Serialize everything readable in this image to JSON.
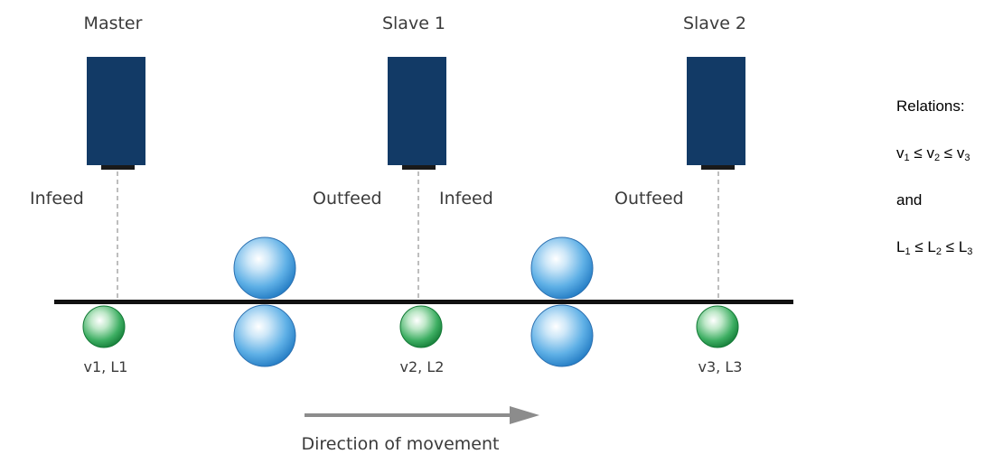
{
  "drives": [
    {
      "title": "Master",
      "left_label": "Infeed",
      "right_label": ""
    },
    {
      "title": "Slave 1",
      "left_label": "Outfeed",
      "right_label": "Infeed"
    },
    {
      "title": "Slave 2",
      "left_label": "Outfeed",
      "right_label": ""
    }
  ],
  "sensors": [
    {
      "label": "v1, L1"
    },
    {
      "label": "v2, L2"
    },
    {
      "label": "v3, L3"
    }
  ],
  "direction_label": "Direction of movement",
  "relations": {
    "title": "Relations:",
    "speed": {
      "symbol": "v",
      "op": "≤",
      "subscripts": [
        "1",
        "2",
        "3"
      ]
    },
    "connector": "and",
    "length": {
      "symbol": "L",
      "op": "≤",
      "subscripts": [
        "1",
        "2",
        "3"
      ]
    }
  },
  "colors": {
    "drive_body": "#123a66",
    "drive_cap": "#1a1a1a",
    "material_line": "#111111",
    "dashed_line": "#a8a8a8",
    "roller_blue": "#3f95d6",
    "sensor_green": "#1e9a4a",
    "arrow": "#8c8c8c",
    "label_text": "#3b3b3b"
  }
}
